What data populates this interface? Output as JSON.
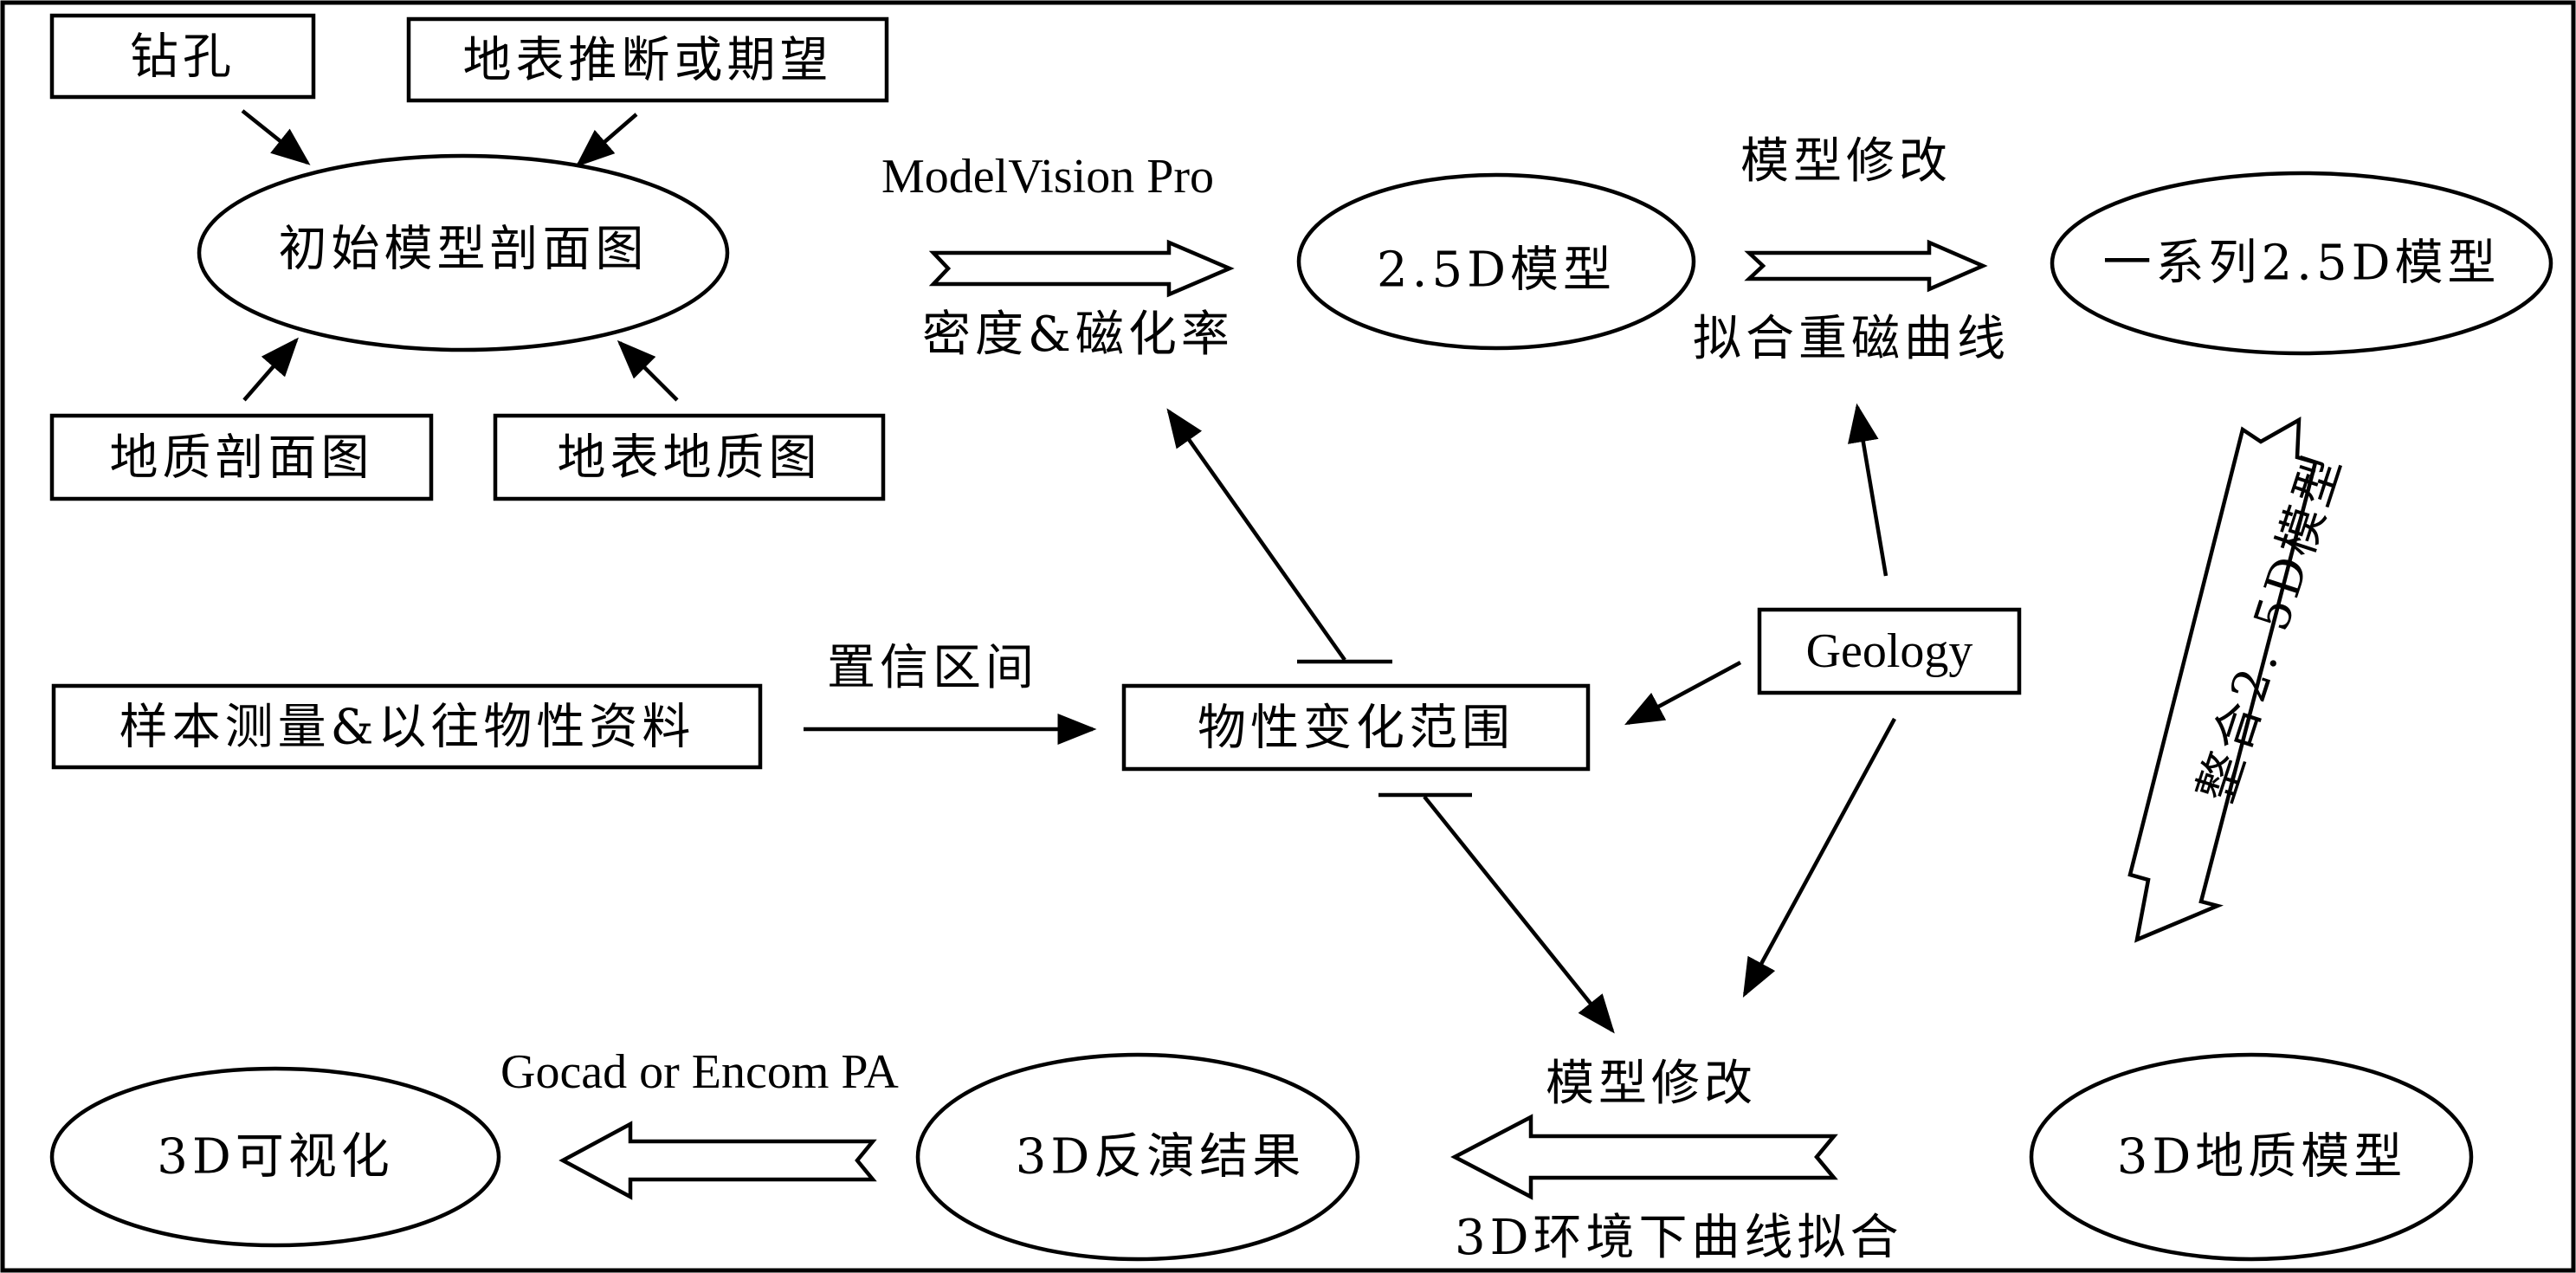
{
  "boxes": {
    "drill": "钻孔",
    "surface_inference": "地表推断或期望",
    "geo_section": "地质剖面图",
    "surface_geo_map": "地表地质图",
    "sample_measure": "样本测量&以往物性资料",
    "property_range": "物性变化范围",
    "geology": "Geology"
  },
  "ellipses": {
    "initial_section": "初始模型剖面图",
    "model_25d": "2.5D模型",
    "series_25d": "一系列2.5D模型",
    "geo_model_3d": "3D地质模型",
    "inversion_3d": "3D反演结果",
    "visualization_3d": "3D可视化"
  },
  "labels": {
    "modelvision": "ModelVision Pro",
    "density_mag": "密度&磁化率",
    "model_modify_top": "模型修改",
    "fit_grav_mag": "拟合重磁曲线",
    "integrate_25d": "整合2. 5D模型",
    "confidence": "置信区间",
    "model_modify_bottom": "模型修改",
    "fit_3d": "3D环境下曲线拟合",
    "gocad": "Gocad or Encom PA"
  }
}
